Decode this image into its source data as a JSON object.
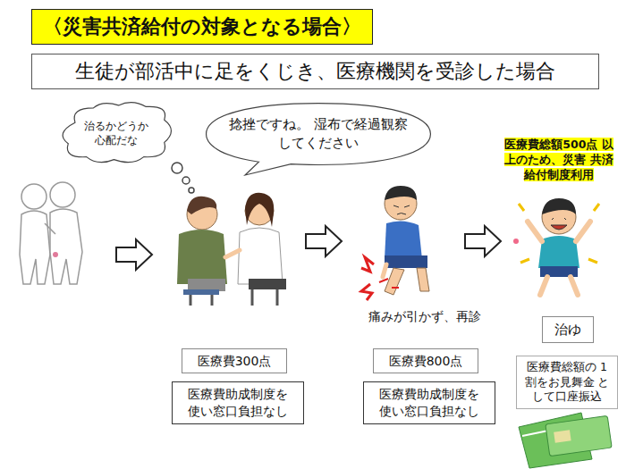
{
  "diagram": {
    "title": "〈災害共済給付の対象となる場合〉",
    "nodes": [
      {
        "text": [
          "生徒が部活中に足をくじき、医療機関を受診した場合"
        ]
      },
      {
        "text": [
          "治るかどうか 心配だな"
        ]
      },
      {
        "text": [
          "捻挫ですね。 湿布で経過観察してください"
        ]
      },
      {
        "text": [
          "医療費総額500点 以上のため、災害 共済給付制度利用"
        ]
      },
      {
        "text": [
          "治ゆ"
        ]
      },
      {
        "text": [
          "医療費300点"
        ]
      },
      {
        "text": [
          "医療費助成制度を 使い窓口負担なし"
        ]
      },
      {
        "text": [
          "医療費800点"
        ]
      },
      {
        "text": [
          "医療費助成制度を 使い窓口負担なし"
        ]
      },
      {
        "text": [
          "医療費総額の 1割をお見舞金 として口座振込"
        ]
      }
    ],
    "labels": [
      "痛みが引かず、再診"
    ]
  }
}
